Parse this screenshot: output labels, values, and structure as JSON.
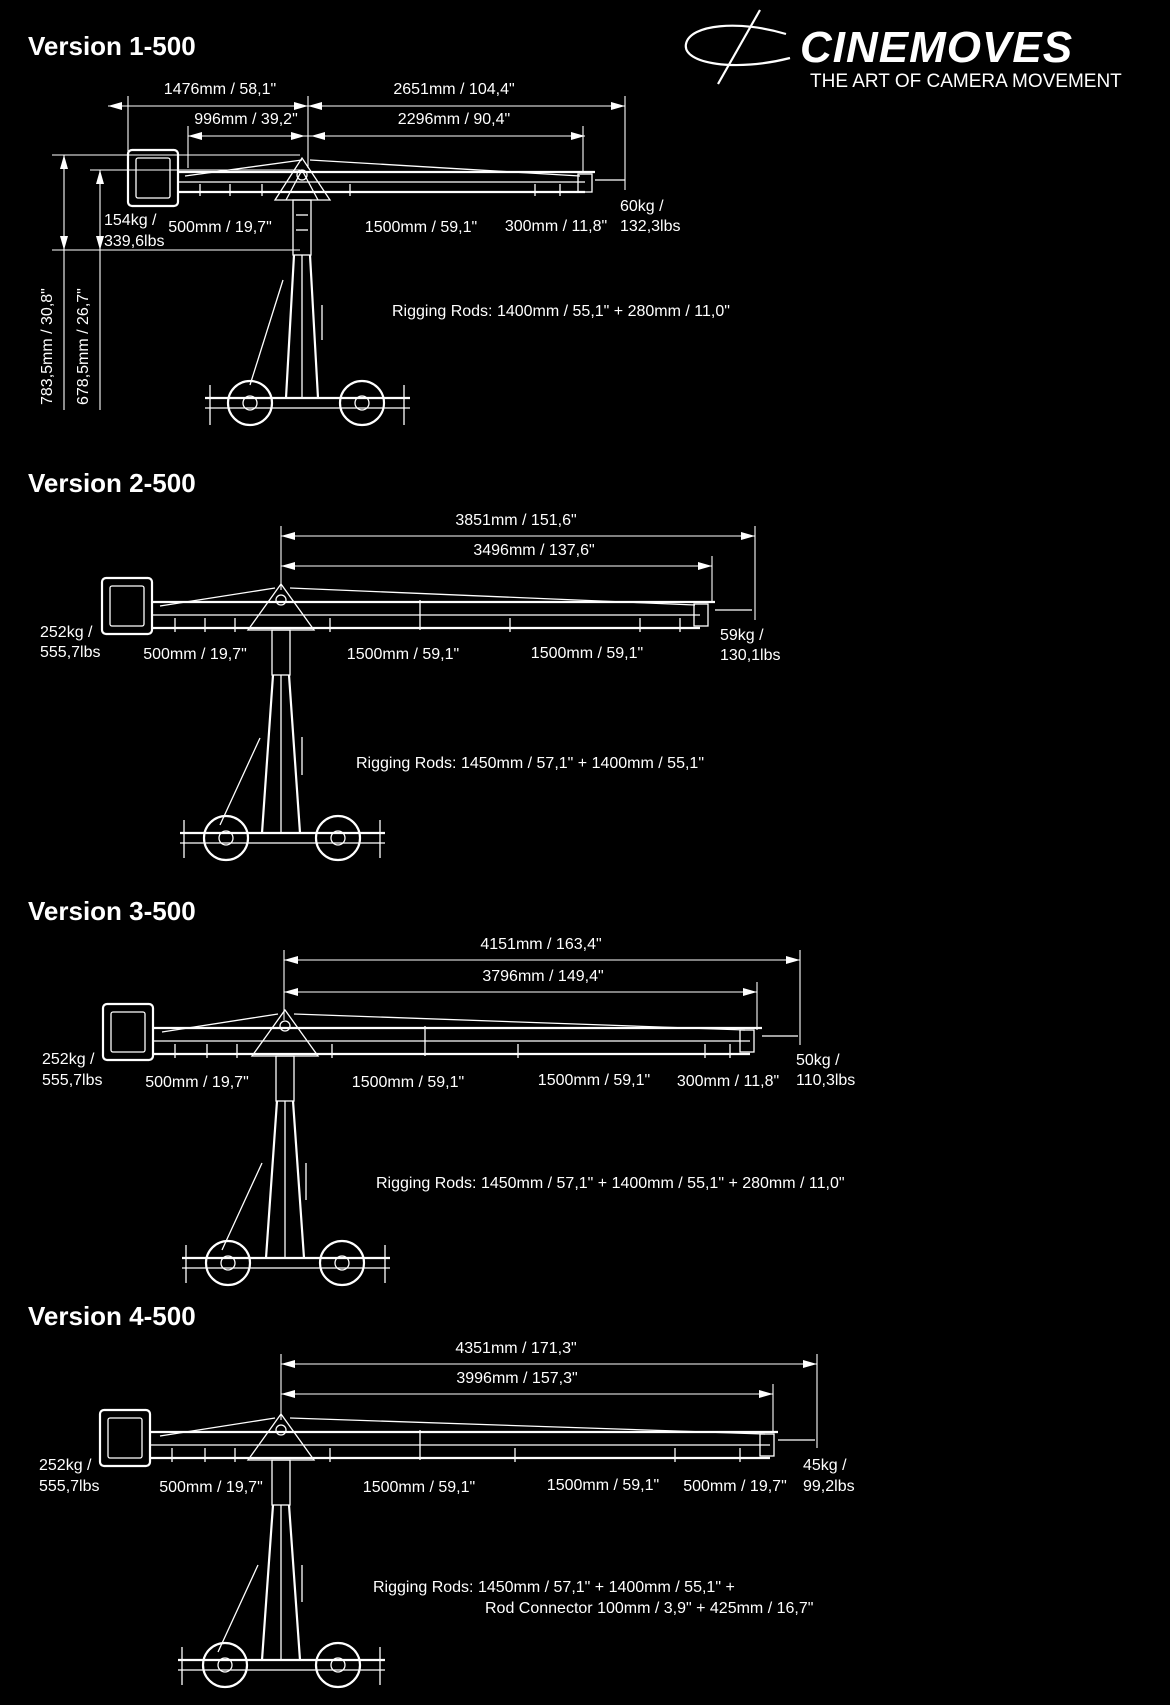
{
  "brand": {
    "name": "CINEMOVES",
    "tagline": "THE ART OF CAMERA MOVEMENT"
  },
  "versions": [
    {
      "title": "Version 1-500",
      "dims": [
        "1476mm / 58,1\"",
        "2651mm / 104,4\"",
        "996mm / 39,2\"",
        "2296mm / 90,4\""
      ],
      "counterweight": [
        "154kg /",
        "339,6lbs"
      ],
      "segments": [
        "500mm / 19,7\"",
        "1500mm / 59,1\"",
        "300mm / 11,8\""
      ],
      "payload": [
        "60kg /",
        "132,3lbs"
      ],
      "heights": [
        "783,5mm / 30,8\"",
        "678,5mm / 26,7\""
      ],
      "rigging": [
        "Rigging Rods: 1400mm / 55,1\" + 280mm / 11,0\""
      ]
    },
    {
      "title": "Version 2-500",
      "dims": [
        "3851mm / 151,6\"",
        "3496mm / 137,6\""
      ],
      "counterweight": [
        "252kg /",
        "555,7lbs"
      ],
      "segments": [
        "500mm / 19,7\"",
        "1500mm / 59,1\"",
        "1500mm / 59,1\""
      ],
      "payload": [
        "59kg /",
        "130,1lbs"
      ],
      "rigging": [
        "Rigging Rods: 1450mm / 57,1\" + 1400mm / 55,1\""
      ]
    },
    {
      "title": "Version 3-500",
      "dims": [
        "4151mm / 163,4\"",
        "3796mm / 149,4\""
      ],
      "counterweight": [
        "252kg /",
        "555,7lbs"
      ],
      "segments": [
        "500mm / 19,7\"",
        "1500mm / 59,1\"",
        "1500mm / 59,1\"",
        "300mm / 11,8\""
      ],
      "payload": [
        "50kg /",
        "110,3lbs"
      ],
      "rigging": [
        "Rigging Rods: 1450mm / 57,1\" + 1400mm / 55,1\" + 280mm / 11,0\""
      ]
    },
    {
      "title": "Version 4-500",
      "dims": [
        "4351mm / 171,3\"",
        "3996mm / 157,3\""
      ],
      "counterweight": [
        "252kg /",
        "555,7lbs"
      ],
      "segments": [
        "500mm / 19,7\"",
        "1500mm / 59,1\"",
        "1500mm / 59,1\"",
        "500mm / 19,7\""
      ],
      "payload": [
        "45kg /",
        "99,2lbs"
      ],
      "rigging": [
        "Rigging Rods: 1450mm / 57,1\" + 1400mm / 55,1\" +",
        "Rod Connector 100mm / 3,9\" + 425mm / 16,7\""
      ]
    }
  ]
}
